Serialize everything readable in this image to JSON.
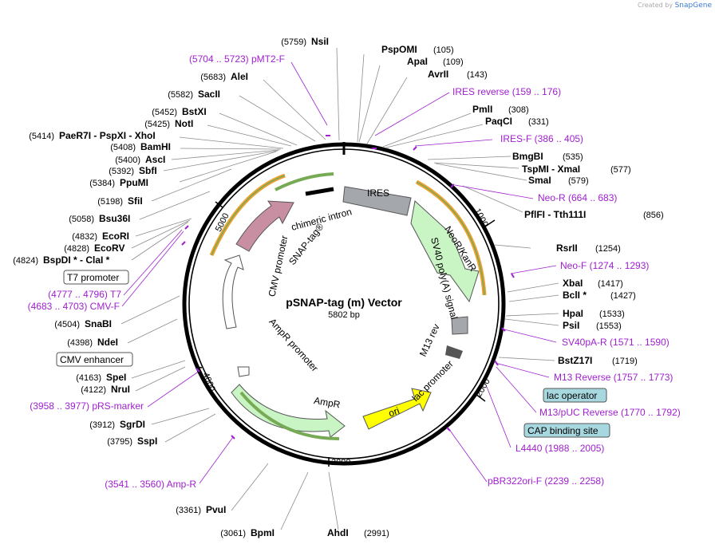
{
  "title": "pSNAP-tag (m) Vector",
  "size_label": "5802 bp",
  "watermark": {
    "created_by": "Created by",
    "brand": "SnapGene"
  },
  "colors": {
    "enzyme_line": "#8c8c8c",
    "primer": "#a020d0",
    "backbone": "#000000"
  },
  "ticks": [
    {
      "label": "1000"
    },
    {
      "label": "2000"
    },
    {
      "label": "3000"
    },
    {
      "label": "4000"
    },
    {
      "label": "5000"
    }
  ],
  "enzymes": [
    {
      "name": "NsiI",
      "pos": "(5759)"
    },
    {
      "name": "AleI",
      "pos": "(5683)"
    },
    {
      "name": "SacII",
      "pos": "(5582)"
    },
    {
      "name": "BstXI",
      "pos": "(5452)"
    },
    {
      "name": "NotI",
      "pos": "(5425)"
    },
    {
      "name": "PaeR7I - PspXI - XhoI",
      "pos": "(5414)"
    },
    {
      "name": "BamHI",
      "pos": "(5408)"
    },
    {
      "name": "AscI",
      "pos": "(5400)"
    },
    {
      "name": "SbfI",
      "pos": "(5392)"
    },
    {
      "name": "PpuMI",
      "pos": "(5384)"
    },
    {
      "name": "SfiI",
      "pos": "(5198)"
    },
    {
      "name": "Bsu36I",
      "pos": "(5058)"
    },
    {
      "name": "EcoRI",
      "pos": "(4832)"
    },
    {
      "name": "EcoRV",
      "pos": "(4828)"
    },
    {
      "name": "BspDI * - ClaI *",
      "pos": "(4824)"
    },
    {
      "name": "SnaBI",
      "pos": "(4504)"
    },
    {
      "name": "NdeI",
      "pos": "(4398)"
    },
    {
      "name": "SpeI",
      "pos": "(4163)"
    },
    {
      "name": "NruI",
      "pos": "(4122)"
    },
    {
      "name": "SgrDI",
      "pos": "(3912)"
    },
    {
      "name": "SspI",
      "pos": "(3795)"
    },
    {
      "name": "PvuI",
      "pos": "(3361)"
    },
    {
      "name": "BpmI",
      "pos": "(3061)"
    },
    {
      "name": "AhdI",
      "pos": "(2991)"
    },
    {
      "name": "PspOMI",
      "pos": "(105)"
    },
    {
      "name": "ApaI",
      "pos": "(109)"
    },
    {
      "name": "AvrII",
      "pos": "(143)"
    },
    {
      "name": "PmlI",
      "pos": "(308)"
    },
    {
      "name": "PaqCI",
      "pos": "(331)"
    },
    {
      "name": "BmgBI",
      "pos": "(535)"
    },
    {
      "name": "TspMI - XmaI",
      "pos": "(577)"
    },
    {
      "name": "SmaI",
      "pos": "(579)"
    },
    {
      "name": "PflFI - Tth111I",
      "pos": "(856)"
    },
    {
      "name": "RsrII",
      "pos": "(1254)"
    },
    {
      "name": "XbaI",
      "pos": "(1417)"
    },
    {
      "name": "BclI *",
      "pos": "(1427)"
    },
    {
      "name": "HpaI",
      "pos": "(1533)"
    },
    {
      "name": "PsiI",
      "pos": "(1553)"
    },
    {
      "name": "BstZ17I",
      "pos": "(1719)"
    }
  ],
  "primers": [
    {
      "label": "(5704 .. 5723)  pMT2-F"
    },
    {
      "label": "IRES reverse   (159 .. 176)"
    },
    {
      "label": "IRES-F   (386 .. 405)"
    },
    {
      "label": "Neo-R   (664 .. 683)"
    },
    {
      "label": "Neo-F   (1274 .. 1293)"
    },
    {
      "label": "SV40pA-R   (1571 .. 1590)"
    },
    {
      "label": "M13 Reverse   (1757 .. 1773)"
    },
    {
      "label": "M13/pUC Reverse   (1770 .. 1792)"
    },
    {
      "label": "L4440   (1988 .. 2005)"
    },
    {
      "label": "pBR322ori-F   (2239 .. 2258)"
    },
    {
      "label": "(3541 .. 3560)  Amp-R"
    },
    {
      "label": "(3958 .. 3977)  pRS-marker"
    },
    {
      "label": "(4683 .. 4703)  CMV-F"
    },
    {
      "label": "(4777 .. 4796)  T7"
    }
  ],
  "boxed_features": [
    {
      "label": "T7 promoter"
    },
    {
      "label": "CMV enhancer"
    },
    {
      "label": "lac operator"
    },
    {
      "label": "CAP binding site"
    }
  ],
  "features": [
    {
      "label": "IRES"
    },
    {
      "label": "NeoR/KanR"
    },
    {
      "label": "SV40 poly(A) signal"
    },
    {
      "label": "M13 rev"
    },
    {
      "label": "lac promoter"
    },
    {
      "label": "ori"
    },
    {
      "label": "AmpR"
    },
    {
      "label": "AmpR promoter"
    },
    {
      "label": "CMV promoter"
    },
    {
      "label": "SNAP-tag®"
    },
    {
      "label": "chimeric intron"
    }
  ]
}
